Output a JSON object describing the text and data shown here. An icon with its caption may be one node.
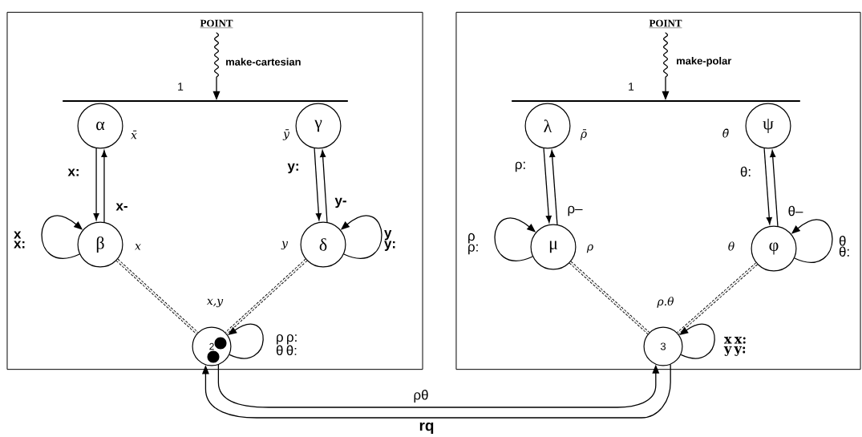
{
  "diagram": {
    "nodes": [
      {
        "text": [],
        "shape": "box"
      },
      {
        "text": [
          "POINT"
        ],
        "in": 0
      },
      {
        "text": [],
        "shape": "bar",
        "in": 0,
        "beside": [
          "1"
        ]
      },
      {
        "text": [
          "α"
        ],
        "in": 0,
        "beside": [
          "x̄"
        ]
      },
      {
        "text": [
          "γ"
        ],
        "in": 0,
        "beside": [
          "ȳ"
        ]
      },
      {
        "text": [
          "β"
        ],
        "in": 0,
        "beside": [
          "x"
        ]
      },
      {
        "text": [
          "δ"
        ],
        "in": 0,
        "beside": [
          "y"
        ]
      },
      {
        "text": [
          "2"
        ],
        "in": 0,
        "beside": [
          "x,y"
        ]
      },
      {
        "text": [],
        "shape": "box"
      },
      {
        "text": [
          "POINT"
        ],
        "in": 8
      },
      {
        "text": [],
        "shape": "bar",
        "in": 8,
        "beside": [
          "1"
        ]
      },
      {
        "text": [
          "λ"
        ],
        "in": 8,
        "beside": [
          "ρ̄"
        ]
      },
      {
        "text": [
          "ψ"
        ],
        "in": 8,
        "beside": [
          "θ̄"
        ]
      },
      {
        "text": [
          "μ"
        ],
        "in": 8,
        "beside": [
          "ρ"
        ]
      },
      {
        "text": [
          "φ"
        ],
        "in": 8,
        "beside": [
          "θ"
        ]
      },
      {
        "text": [
          "3"
        ],
        "in": 8,
        "beside": [
          "ρ.θ"
        ]
      }
    ],
    "edges": [
      {
        "from": 1,
        "to": 2,
        "arrow": "to",
        "label": "make-cartesian"
      },
      {
        "from": 3,
        "to": 5,
        "arrow": "to",
        "label": "x:"
      },
      {
        "from": 5,
        "to": 3,
        "arrow": "to",
        "label": "x-"
      },
      {
        "from": 4,
        "to": 6,
        "arrow": "to",
        "label": "y:"
      },
      {
        "from": 6,
        "to": 4,
        "arrow": "to",
        "label": "y-"
      },
      {
        "from": 5,
        "to": 5,
        "arrow": "to",
        "label": "x x:"
      },
      {
        "from": 6,
        "to": 6,
        "arrow": "to",
        "label": "y y:"
      },
      {
        "from": 5,
        "to": 7,
        "arrow": "none",
        "style": "dashed"
      },
      {
        "from": 6,
        "to": 7,
        "arrow": "none",
        "style": "dashed"
      },
      {
        "from": 7,
        "to": 7,
        "arrow": "to",
        "label": "ρ ρ: θ θ:"
      },
      {
        "from": 9,
        "to": 10,
        "arrow": "to",
        "label": "make-polar"
      },
      {
        "from": 11,
        "to": 13,
        "arrow": "to",
        "label": "ρ:"
      },
      {
        "from": 13,
        "to": 11,
        "arrow": "to",
        "label": "ρ–"
      },
      {
        "from": 12,
        "to": 14,
        "arrow": "to",
        "label": "θ:"
      },
      {
        "from": 14,
        "to": 12,
        "arrow": "to",
        "label": "θ–"
      },
      {
        "from": 13,
        "to": 13,
        "arrow": "to",
        "label": "ρ ρ:"
      },
      {
        "from": 14,
        "to": 14,
        "arrow": "to",
        "label": "θ θ:"
      },
      {
        "from": 13,
        "to": 15,
        "arrow": "none",
        "style": "dashed"
      },
      {
        "from": 14,
        "to": 15,
        "arrow": "none",
        "style": "dashed"
      },
      {
        "from": 15,
        "to": 15,
        "arrow": "to",
        "label": "x x: y y:"
      },
      {
        "from": 7,
        "to": 15,
        "arrow": "to",
        "label": "ρθ"
      },
      {
        "from": 15,
        "to": 7,
        "arrow": "to",
        "label": "rq"
      }
    ]
  }
}
